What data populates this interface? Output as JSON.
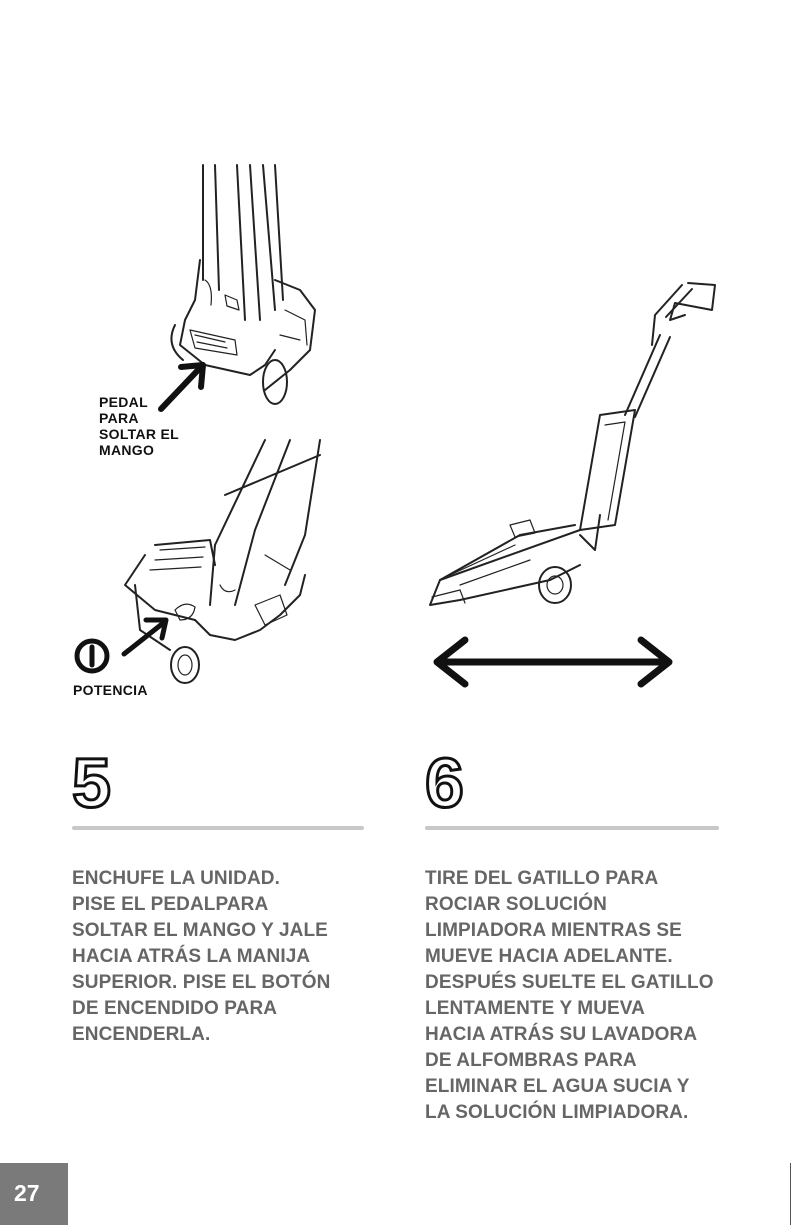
{
  "callouts": {
    "pedal_label": "PEDAL\nPARA\nSOLTAR EL\nMANGO",
    "power_label": "POTENCIA"
  },
  "steps": [
    {
      "number": "5",
      "text": "ENCHUFE LA UNIDAD.\nPISE EL PEDALPARA\nSOLTAR EL MANGO Y JALE\nHACIA ATRÁS LA MANIJA\nSUPERIOR. PISE EL BOTÓN\nDE ENCENDIDO PARA\nENCENDERLA."
    },
    {
      "number": "6",
      "text": "TIRE DEL GATILLO PARA\nROCIAR SOLUCIÓN\nLIMPIADORA MIENTRAS SE\nMUEVE HACIA ADELANTE.\nDESPUÉS SUELTE EL GATILLO\nLENTAMENTE Y MUEVA\nHACIA ATRÁS SU LAVADORA\nDE ALFOMBRAS PARA\nELIMINAR EL AGUA SUCIA Y\nLA SOLUCIÓN LIMPIADORA."
    }
  ],
  "page_number": "27",
  "icons": [
    "power-icon",
    "callout-arrow-icon",
    "double-arrow-icon"
  ],
  "colors": {
    "text_gray": "#666666",
    "rule_gray": "#c8c8c8",
    "tab_gray": "#7a7a7a",
    "ink": "#111111"
  }
}
